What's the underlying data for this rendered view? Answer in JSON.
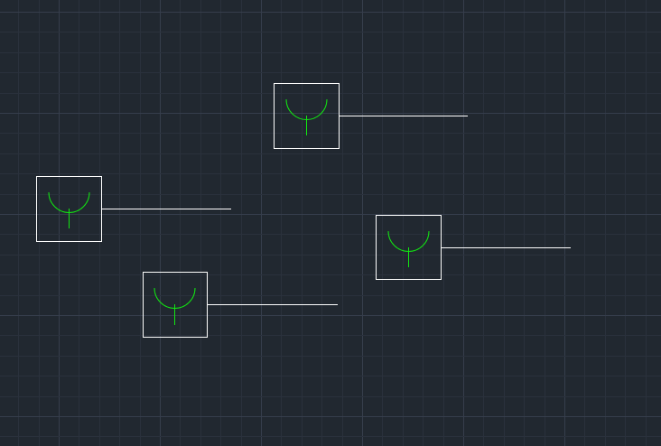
{
  "app": {
    "view": "cad-model-space",
    "background_color": "#212830",
    "grid_minor_color": "#2a313c",
    "grid_major_color": "#363e4c"
  },
  "colors": {
    "symbol_color": "#12e612",
    "block_color": "#ffffff",
    "leader_color": "#ffffff"
  },
  "symbols": [
    {
      "id": "symbol-1",
      "icon": "receptacle-symbol-icon"
    },
    {
      "id": "symbol-2",
      "icon": "receptacle-symbol-icon"
    },
    {
      "id": "symbol-3",
      "icon": "receptacle-symbol-icon"
    },
    {
      "id": "symbol-4",
      "icon": "receptacle-symbol-icon"
    }
  ]
}
